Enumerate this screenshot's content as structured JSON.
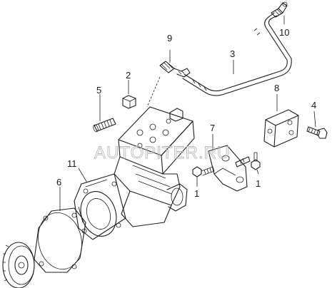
{
  "watermark": "AUTOPITER.RU",
  "callouts": [
    {
      "id": "c1a",
      "label": "1"
    },
    {
      "id": "c1b",
      "label": "1"
    },
    {
      "id": "c2",
      "label": "2"
    },
    {
      "id": "c3",
      "label": "3"
    },
    {
      "id": "c4",
      "label": "4"
    },
    {
      "id": "c5",
      "label": "5"
    },
    {
      "id": "c6",
      "label": "6"
    },
    {
      "id": "c7",
      "label": "7"
    },
    {
      "id": "c8",
      "label": "8"
    },
    {
      "id": "c9",
      "label": "9"
    },
    {
      "id": "c10",
      "label": "10"
    },
    {
      "id": "c11",
      "label": "11"
    }
  ]
}
